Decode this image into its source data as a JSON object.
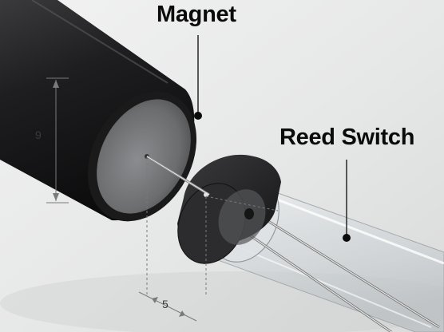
{
  "labels": {
    "magnet": "Magnet",
    "reed_switch": "Reed Switch"
  },
  "dimensions": {
    "height": "9",
    "gap": "5"
  },
  "colors": {
    "background": "#e9eaea",
    "magnet_body": "#1d1d1e",
    "magnet_face": "#6a6c6e",
    "cap": "#2a2a2c",
    "glass": "#d8dde0",
    "label_text": "#0b0b0b"
  }
}
